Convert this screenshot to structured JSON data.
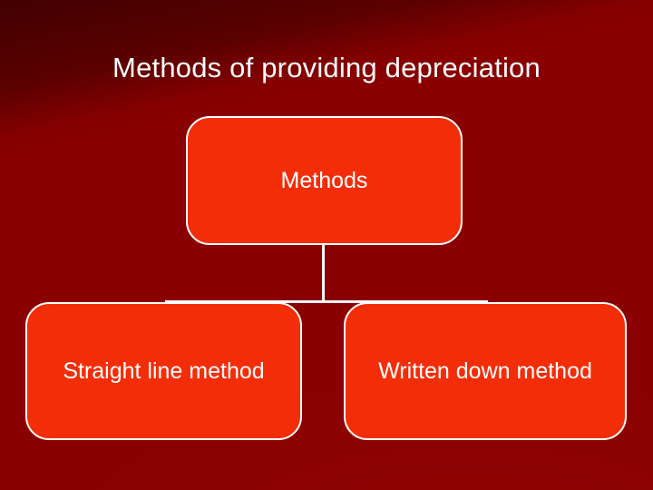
{
  "slide": {
    "title": "Methods of providing depreciation",
    "background_color": "#8a0000",
    "node_fill_color": "#f42d09",
    "node_border_color": "#ffffff",
    "text_color": "#ffffff"
  },
  "diagram": {
    "type": "org-chart",
    "root": {
      "label": "Methods"
    },
    "children": [
      {
        "label": "Straight line method"
      },
      {
        "label": "Written down method"
      }
    ]
  }
}
